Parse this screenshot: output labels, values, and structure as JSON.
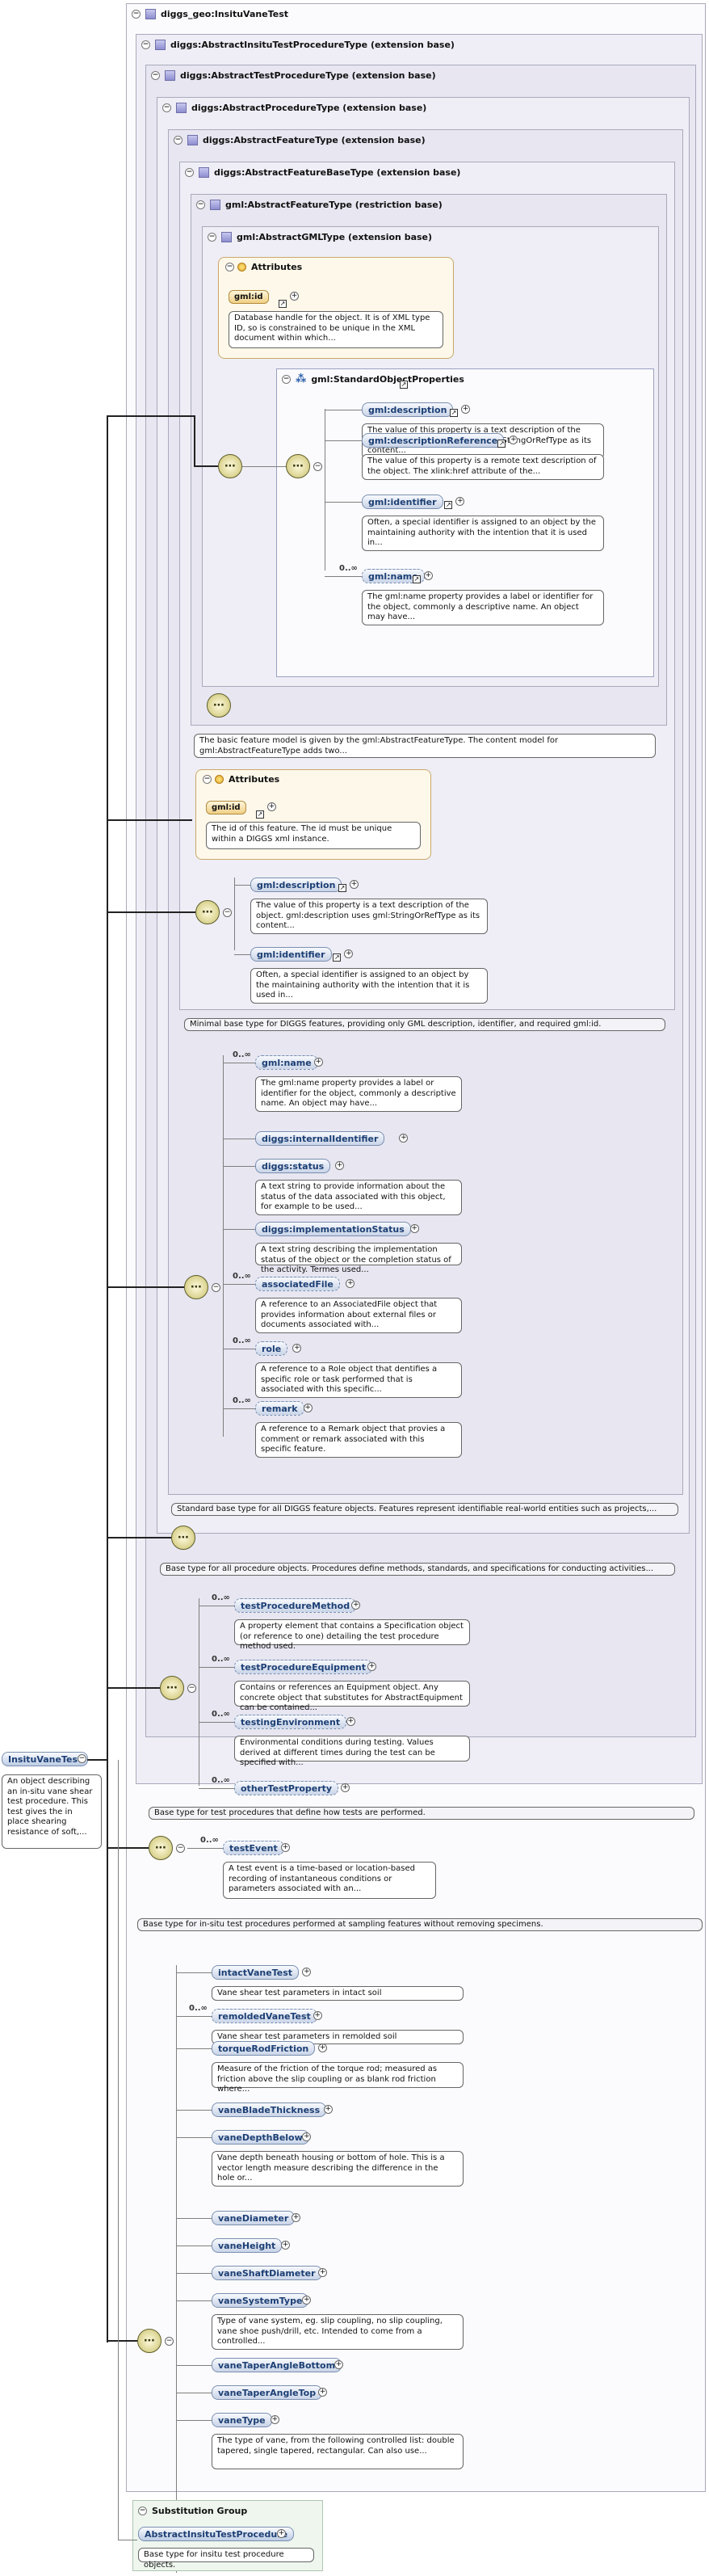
{
  "root_title": "diggs_geo:InsituVaneTest",
  "headers": {
    "h1": "diggs:AbstractInsituTestProcedureType (extension base)",
    "h2": "diggs:AbstractTestProcedureType (extension base)",
    "h3": "diggs:AbstractProcedureType (extension base)",
    "h4": "diggs:AbstractFeatureType (extension base)",
    "h5": "diggs:AbstractFeatureBaseType (extension base)",
    "h6": "gml:AbstractFeatureType (restriction base)",
    "h7": "gml:AbstractGMLType (extension base)"
  },
  "attributes_label": "Attributes",
  "gml_attr": {
    "name": "gml:id",
    "doc": "Database handle for the object. It is of XML type ID, so is constrained to be unique in the XML document within which..."
  },
  "standard_props": {
    "title": "gml:StandardObjectProperties",
    "items": [
      {
        "name": "gml:description",
        "doc": "The value of this property is a text description of the object. gml:description uses gml:StringOrRefType as its content..."
      },
      {
        "name": "gml:descriptionReference",
        "doc": "The value of this property is a remote text description of the object. The xlink:href attribute of the..."
      },
      {
        "name": "gml:identifier",
        "doc": "Often, a special identifier is assigned to an object by the maintaining authority with the intention that it is used in..."
      },
      {
        "name": "gml:name",
        "card": "0..∞",
        "doc": "The gml:name property provides a label or identifier for the object, commonly a descriptive name. An object may have..."
      }
    ]
  },
  "doc_feature_type": "The basic feature model is given by the gml:AbstractFeatureType. The content model for gml:AbstractFeatureType adds two...",
  "feature_attr": {
    "name": "gml:id",
    "doc": "The id of this feature. The id must be unique within a DIGGS xml instance."
  },
  "base_props": [
    {
      "name": "gml:description",
      "doc": "The value of this property is a text description of the object. gml:description uses gml:StringOrRefType as its content..."
    },
    {
      "name": "gml:identifier",
      "doc": "Often, a special identifier is assigned to an object by the maintaining authority with the intention that it is used in..."
    }
  ],
  "doc_feature_base": "Minimal base type for DIGGS features, providing only GML description, identifier, and required gml:id.",
  "feature_props": [
    {
      "name": "gml:name",
      "card": "0..∞",
      "doc": "The gml:name property provides a label or identifier for the object, commonly a descriptive name. An object may have..."
    },
    {
      "name": "diggs:internalIdentifier",
      "card": "",
      "doc": ""
    },
    {
      "name": "diggs:status",
      "card": "",
      "doc": "A text string to provide information about the status of the data associated with this object, for example to be used..."
    },
    {
      "name": "diggs:implementationStatus",
      "card": "",
      "doc": "A text string describing the implementation status of the object or the completion status of the activity. Termes used..."
    },
    {
      "name": "associatedFile",
      "card": "0..∞",
      "doc": "A reference to an AssociatedFile object that provides information about external files or documents associated with..."
    },
    {
      "name": "role",
      "card": "0..∞",
      "doc": "A reference to a Role object that dentifies a specific role or task performed that is associated with this specific..."
    },
    {
      "name": "remark",
      "card": "0..∞",
      "doc": "A reference to a Remark object that provies a comment or remark associated with this specific feature."
    }
  ],
  "doc_feature": "Standard base type for all DIGGS feature objects. Features represent identifiable real-world entities such as projects,...",
  "doc_procedure": "Base type for all procedure objects. Procedures define methods, standards, and specifications for conducting activities...",
  "procedure_props": [
    {
      "name": "testProcedureMethod",
      "card": "0..∞",
      "doc": "A property element that contains a Specification object (or reference to one) detailing the test procedure method used."
    },
    {
      "name": "testProcedureEquipment",
      "card": "0..∞",
      "doc": "Contains or references an Equipment object. Any concrete object that substitutes for AbstractEquipment can be contained..."
    },
    {
      "name": "testingEnvironment",
      "card": "0..∞",
      "doc": "Environmental conditions during testing. Values derived at different times during the test can be specified with..."
    },
    {
      "name": "otherTestProperty",
      "card": "0..∞",
      "doc": ""
    }
  ],
  "doc_test_procedure": "Base type for test procedures that define how tests are performed.",
  "test_event": {
    "name": "testEvent",
    "card": "0..∞",
    "doc": "A test event is a time-based or location-based recording of instantaneous conditions or parameters associated with an..."
  },
  "doc_insitu": "Base type for in-situ test procedures performed at sampling features without removing specimens.",
  "root": {
    "name": "InsituVaneTest",
    "doc": "An object describing an in-situ vane shear test procedure. This test gives the in place shearing resistance of soft,..."
  },
  "vane_props": [
    {
      "name": "intactVaneTest",
      "card": "",
      "doc": "Vane shear test parameters in intact soil"
    },
    {
      "name": "remoldedVaneTest",
      "card": "0..∞",
      "doc": "Vane shear test parameters in remolded soil"
    },
    {
      "name": "torqueRodFriction",
      "card": "",
      "doc": "Measure of the friction of the torque rod; measured as friction above the slip coupling or as blank rod friction where..."
    },
    {
      "name": "vaneBladeThickness",
      "card": "",
      "doc": ""
    },
    {
      "name": "vaneDepthBelow",
      "card": "",
      "doc": "Vane depth beneath housing or bottom of hole. This is a vector length measure describing the difference in the hole or..."
    },
    {
      "name": "vaneDiameter",
      "card": "",
      "doc": ""
    },
    {
      "name": "vaneHeight",
      "card": "",
      "doc": ""
    },
    {
      "name": "vaneShaftDiameter",
      "card": "",
      "doc": ""
    },
    {
      "name": "vaneSystemType",
      "card": "",
      "doc": "Type of vane system, eg. slip coupling, no slip coupling, vane shoe push/drill, etc. Intended to come from a controlled..."
    },
    {
      "name": "vaneTaperAngleBottom",
      "card": "",
      "doc": ""
    },
    {
      "name": "vaneTaperAngleTop",
      "card": "",
      "doc": ""
    },
    {
      "name": "vaneType",
      "card": "",
      "doc": "The type of vane, from the following controlled list: double tapered, single tapered, rectangular. Can also use..."
    }
  ],
  "subst_group": {
    "title": "Substitution Group",
    "name": "AbstractInsituTestProcedure",
    "doc": "Base type for insitu test procedure objects."
  }
}
